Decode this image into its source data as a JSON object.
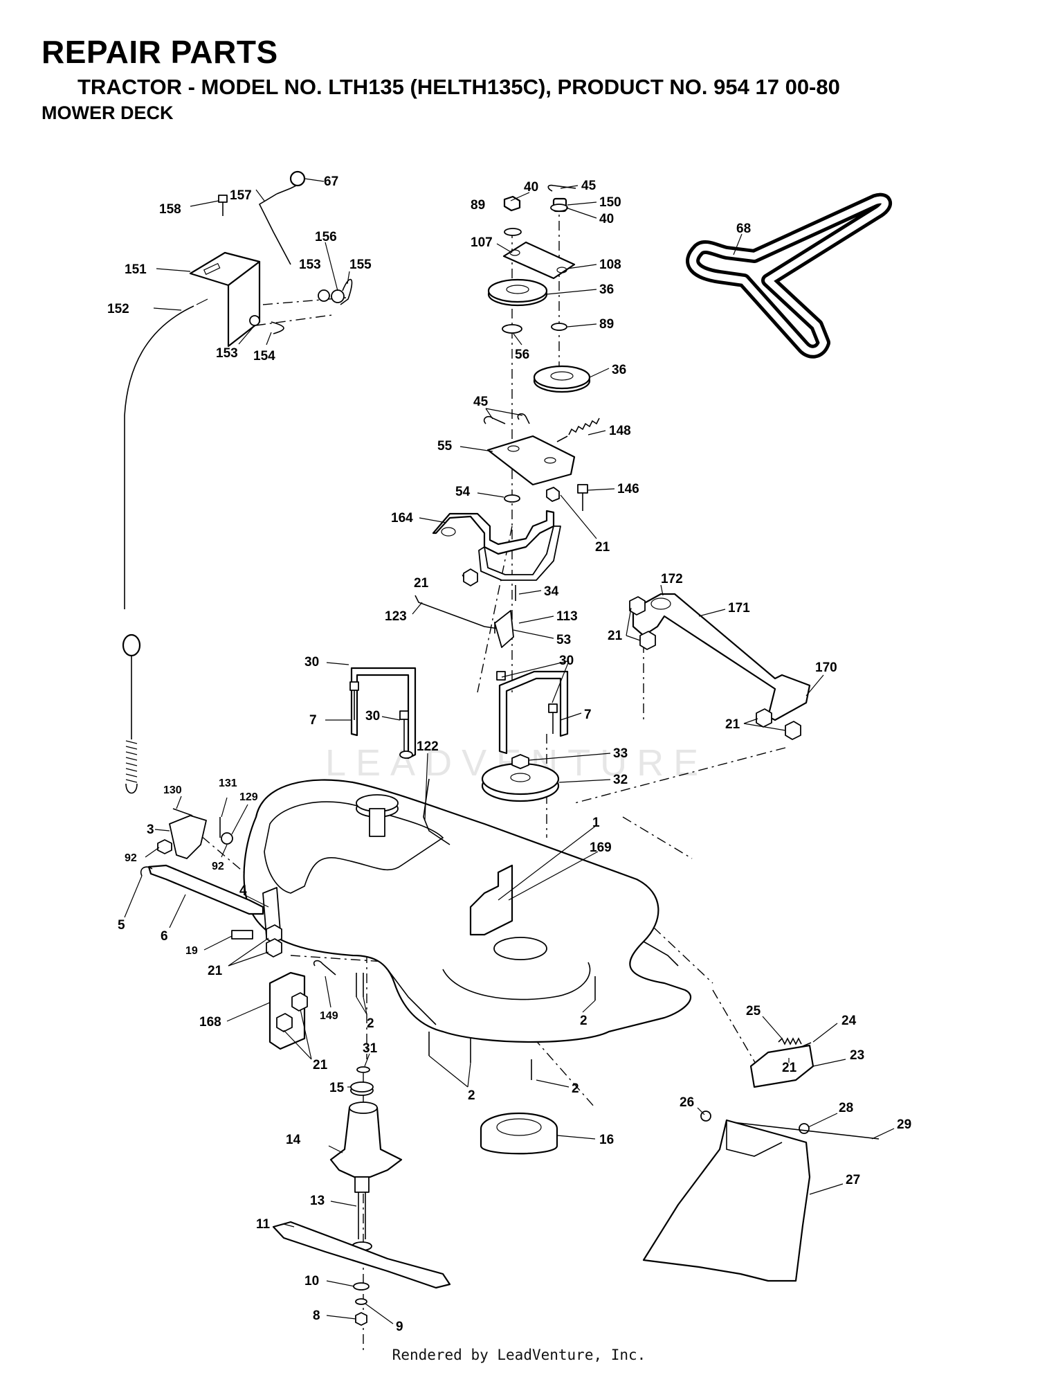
{
  "header": {
    "title": "REPAIR PARTS",
    "model_line": "TRACTOR - MODEL NO. LTH135 (HELTH135C), PRODUCT NO. 954 17 00-80",
    "section": "MOWER DECK"
  },
  "watermark": "LEADVENTURE",
  "footer": "Rendered by LeadVenture, Inc.",
  "callouts": {
    "c67": "67",
    "c157": "157",
    "c158": "158",
    "c151": "151",
    "c156": "156",
    "c153a": "153",
    "c155": "155",
    "c152": "152",
    "c153b": "153",
    "c154": "154",
    "c40a": "40",
    "c45a": "45",
    "c89a": "89",
    "c150": "150",
    "c40b": "40",
    "c107": "107",
    "c108": "108",
    "c36a": "36",
    "c89b": "89",
    "c56": "56",
    "c36b": "36",
    "c68": "68",
    "c45b": "45",
    "c148": "148",
    "c55": "55",
    "c54": "54",
    "c146": "146",
    "c164": "164",
    "c21a": "21",
    "c21b": "21",
    "c34": "34",
    "c123": "123",
    "c113": "113",
    "c53": "53",
    "c172": "172",
    "c171": "171",
    "c21c": "21",
    "c170": "170",
    "c21d": "21",
    "c30a": "30",
    "c30b": "30",
    "c30c": "30",
    "c7a": "7",
    "c7b": "7",
    "c122": "122",
    "c33": "33",
    "c32": "32",
    "c130": "130",
    "c131": "131",
    "c129": "129",
    "c3": "3",
    "c92a": "92",
    "c92b": "92",
    "c1": "1",
    "c169": "169",
    "c5": "5",
    "c6": "6",
    "c4": "4",
    "c19": "19",
    "c21e": "21",
    "c168": "168",
    "c149": "149",
    "c2a": "2",
    "c21f": "21",
    "c2b": "2",
    "c2c": "2",
    "c2d": "2",
    "c31": "31",
    "c15": "15",
    "c16": "16",
    "c14": "14",
    "c13": "13",
    "c11": "11",
    "c10": "10",
    "c8": "8",
    "c9": "9",
    "c25": "25",
    "c24": "24",
    "c21g": "21",
    "c23": "23",
    "c26": "26",
    "c28": "28",
    "c29": "29",
    "c27": "27"
  }
}
